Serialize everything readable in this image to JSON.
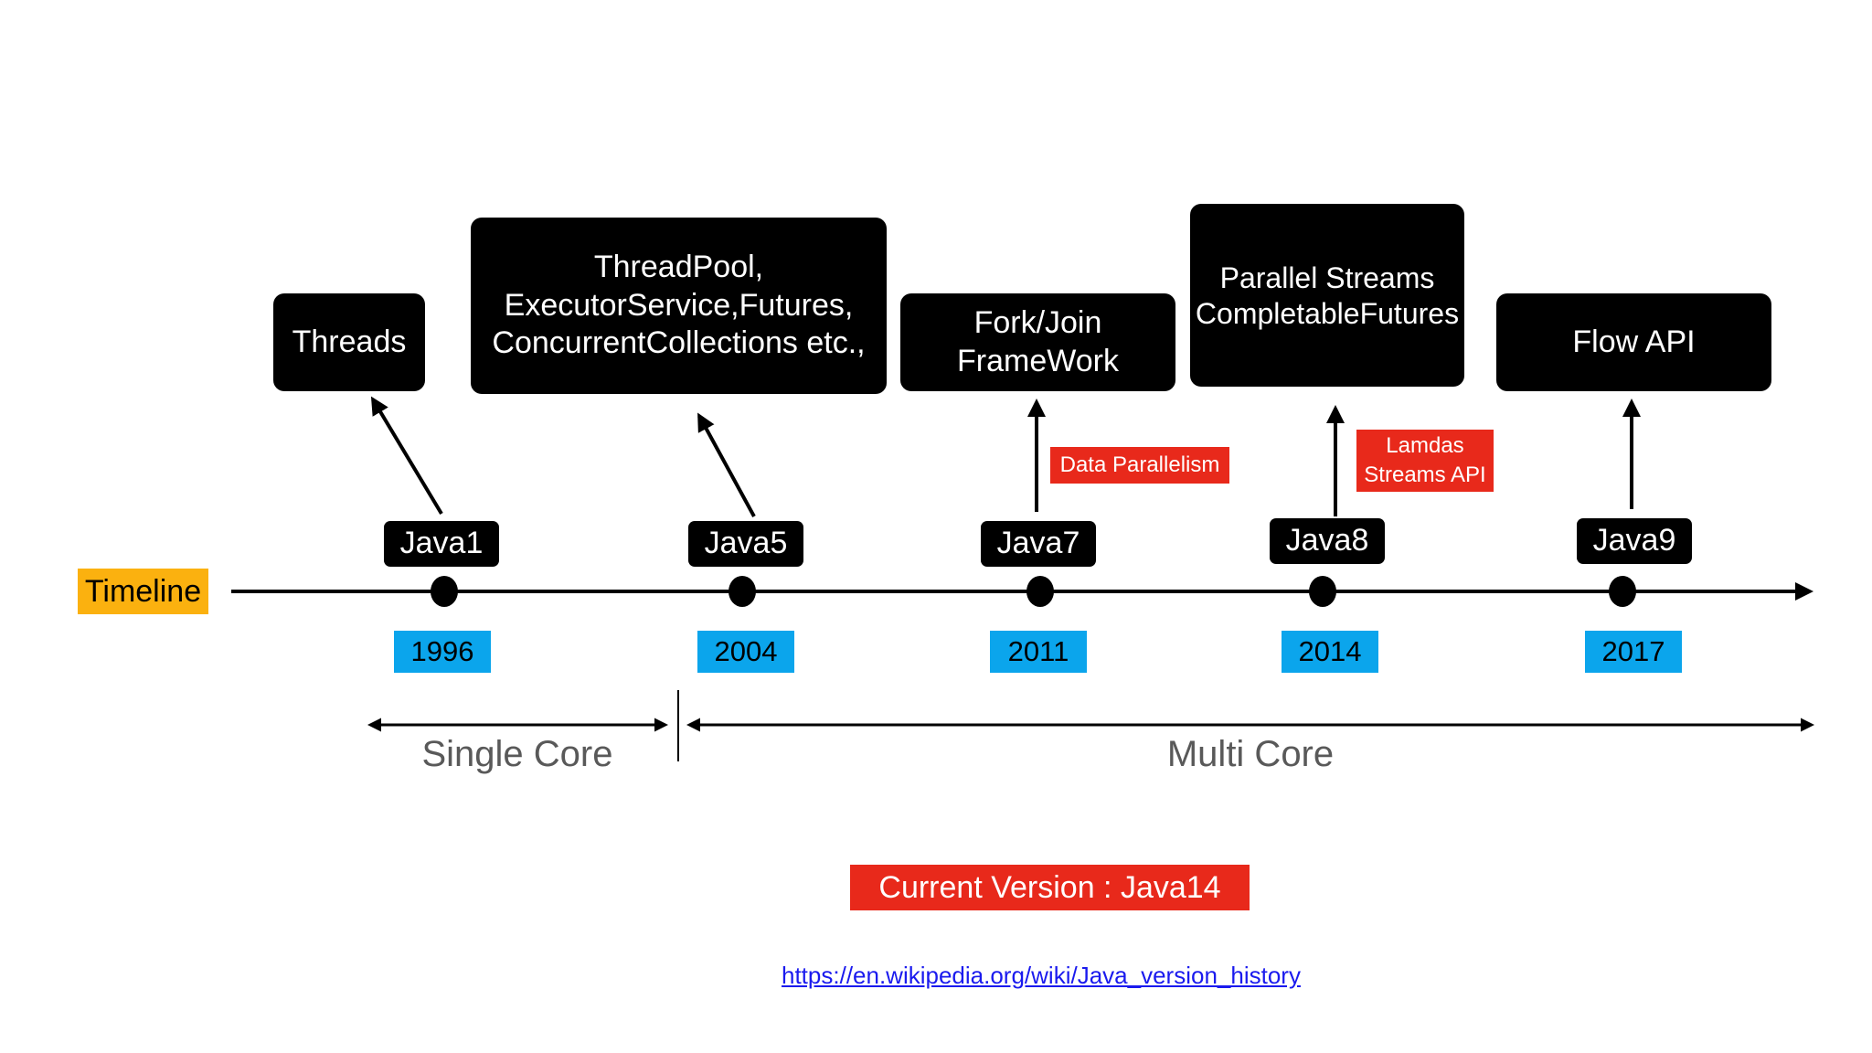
{
  "timeline_label": "Timeline",
  "milestones": [
    {
      "version": "Java1",
      "year": "1996",
      "feature": "Threads"
    },
    {
      "version": "Java5",
      "year": "2004",
      "feature": "ThreadPool,\nExecutorService,Futures,\nConcurrentCollections etc.,"
    },
    {
      "version": "Java7",
      "year": "2011",
      "feature": "Fork/Join\nFrameWork",
      "tag": "Data Parallelism"
    },
    {
      "version": "Java8",
      "year": "2014",
      "feature": "Parallel Streams\nCompletableFutures",
      "tag": "Lamdas\nStreams API"
    },
    {
      "version": "Java9",
      "year": "2017",
      "feature": "Flow API"
    }
  ],
  "eras": {
    "single_core": "Single Core",
    "multi_core": "Multi Core"
  },
  "current_version": "Current Version : Java14",
  "source_link": "https://en.wikipedia.org/wiki/Java_version_history",
  "colors": {
    "box": "#000000",
    "year_badge": "#0ba5ec",
    "red_tag": "#e8291b",
    "timeline_label": "#fbb10f",
    "era_text": "#595959",
    "link": "#1a1aee"
  }
}
